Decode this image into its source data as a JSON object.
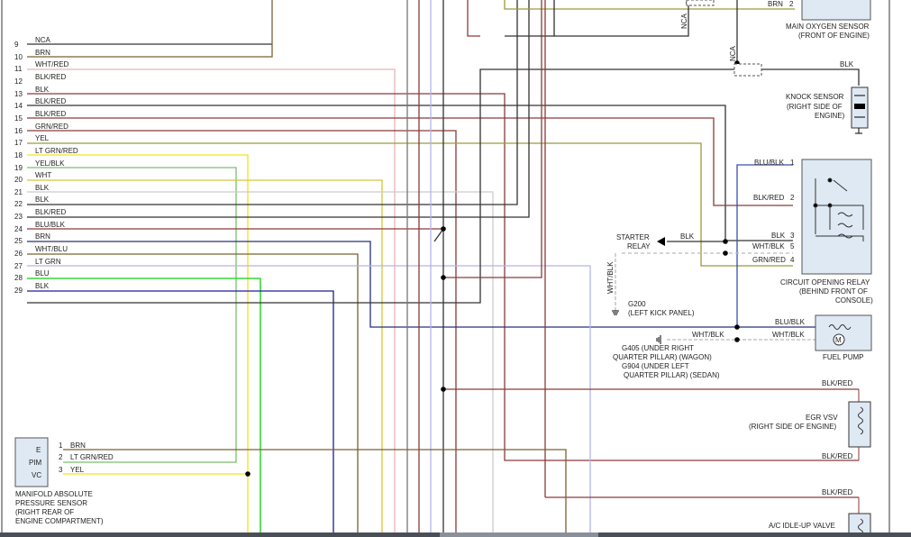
{
  "wires_left": [
    {
      "pin": "9",
      "label": "NCA",
      "color": "#333333"
    },
    {
      "pin": "10",
      "label": "BRN",
      "color": "#7a6030"
    },
    {
      "pin": "11",
      "label": "WHT/RED",
      "color": "#e8b4b4"
    },
    {
      "pin": "12",
      "label": "BLK/RED",
      "color": "#8a3a3a"
    },
    {
      "pin": "13",
      "label": "BLK",
      "color": "#333333"
    },
    {
      "pin": "14",
      "label": "BLK/RED",
      "color": "#8a3a3a"
    },
    {
      "pin": "15",
      "label": "BLK/RED",
      "color": "#8a3a3a"
    },
    {
      "pin": "16",
      "label": "GRN/RED",
      "color": "#9a9a3a"
    },
    {
      "pin": "17",
      "label": "YEL",
      "color": "#f2e31a"
    },
    {
      "pin": "18",
      "label": "LT GRN/RED",
      "color": "#79c16b"
    },
    {
      "pin": "19",
      "label": "YEL/BLK",
      "color": "#d9c43a"
    },
    {
      "pin": "20",
      "label": "WHT",
      "color": "#cccccc"
    },
    {
      "pin": "21",
      "label": "BLK",
      "color": "#333333"
    },
    {
      "pin": "22",
      "label": "BLK",
      "color": "#333333"
    },
    {
      "pin": "23",
      "label": "BLK/RED",
      "color": "#8a3a3a"
    },
    {
      "pin": "24",
      "label": "BLU/BLK",
      "color": "#27307a"
    },
    {
      "pin": "25",
      "label": "BRN",
      "color": "#7a6030"
    },
    {
      "pin": "26",
      "label": "WHT/BLU",
      "color": "#b4b4e8"
    },
    {
      "pin": "27",
      "label": "LT GRN",
      "color": "#38d838"
    },
    {
      "pin": "28",
      "label": "BLU",
      "color": "#1c1c9a"
    },
    {
      "pin": "29",
      "label": "BLK",
      "color": "#333333"
    }
  ],
  "components": {
    "o2": {
      "wire": "BRN",
      "pin": "2",
      "name1": "MAIN OXYGEN SENSOR",
      "name2": "(FRONT OF ENGINE)"
    },
    "knock": {
      "wire": "BLK",
      "name1": "KNOCK SENSOR",
      "name2": "(RIGHT SIDE OF",
      "name3": "ENGINE)"
    },
    "nca_a": "NCA",
    "nca_b": "NCA",
    "relay": {
      "pins": [
        {
          "wire": "BLU/BLK",
          "pin": "1"
        },
        {
          "wire": "BLK/RED",
          "pin": "2"
        },
        {
          "wire": "BLK",
          "pin": "3"
        },
        {
          "wire": "WHT/BLK",
          "pin": "5"
        },
        {
          "wire": "GRN/RED",
          "pin": "4"
        }
      ],
      "name1": "CIRCUIT OPENING RELAY",
      "name2": "(BEHIND FRONT OF",
      "name3": "CONSOLE)"
    },
    "starter": {
      "name1": "STARTER",
      "name2": "RELAY",
      "wire": "BLK"
    },
    "g200": {
      "name1": "G200",
      "name2": "(LEFT KICK PANEL)",
      "wire": "WHT/BLK"
    },
    "fuel_pump": {
      "wire1": "BLU/BLK",
      "wire2": "WHT/BLK",
      "name": "FUEL PUMP",
      "motor": "M"
    },
    "ground_wire": "WHT/BLK",
    "ground_notes": [
      "G405   (UNDER RIGHT",
      "QUARTER PILLAR) (WAGON)",
      "G904   (UNDER LEFT",
      "QUARTER PILLAR) (SEDAN)"
    ],
    "egr": {
      "wire_top": "BLK/RED",
      "wire_bottom": "BLK/RED",
      "name1": "EGR VSV",
      "name2": "(RIGHT SIDE OF ENGINE)"
    },
    "ac": {
      "wire": "BLK/RED",
      "name": "A/C IDLE-UP VALVE"
    },
    "map": {
      "labels": [
        "E",
        "PIM",
        "VC"
      ],
      "pins": [
        {
          "pin": "1",
          "wire": "BRN"
        },
        {
          "pin": "2",
          "wire": "LT GRN/RED"
        },
        {
          "pin": "3",
          "wire": "YEL"
        }
      ],
      "name1": "MANIFOLD ABSOLUTE",
      "name2": "PRESSURE SENSOR",
      "name3": "(RIGHT REAR OF",
      "name4": "ENGINE COMPARTMENT)"
    }
  }
}
